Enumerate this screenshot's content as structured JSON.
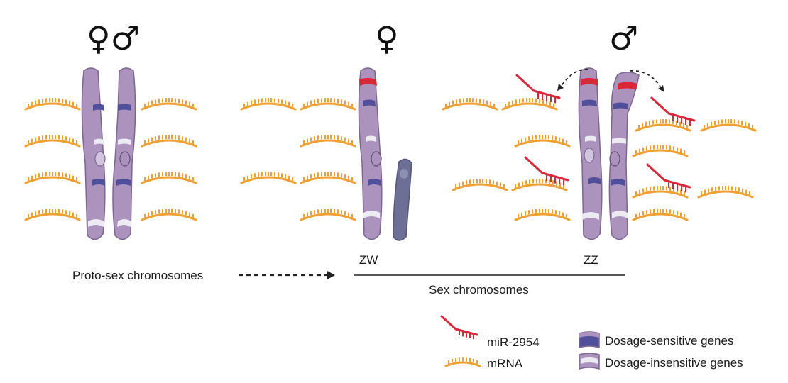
{
  "symbols": {
    "left": "♀♂",
    "middle": "♀",
    "right": "♂"
  },
  "labels": {
    "proto": "Proto-sex chromosomes",
    "zw": "ZW",
    "zz": "ZZ",
    "sex_chromosomes": "Sex chromosomes"
  },
  "legend": {
    "mirna": "miR-2954",
    "mrna": "mRNA",
    "sensitive": "Dosage-sensitive genes",
    "insensitive": "Dosage-insensitive genes"
  },
  "colors": {
    "chromosome_fill": "#ab93be",
    "chromosome_outline": "#7c6690",
    "w_chromosome": "#6d6f96",
    "sensitive_band": "#4f4f9c",
    "insensitive_band": "#ecebf2",
    "mirna_red": "#d8283a",
    "mrna_orange": "#f0a032"
  }
}
